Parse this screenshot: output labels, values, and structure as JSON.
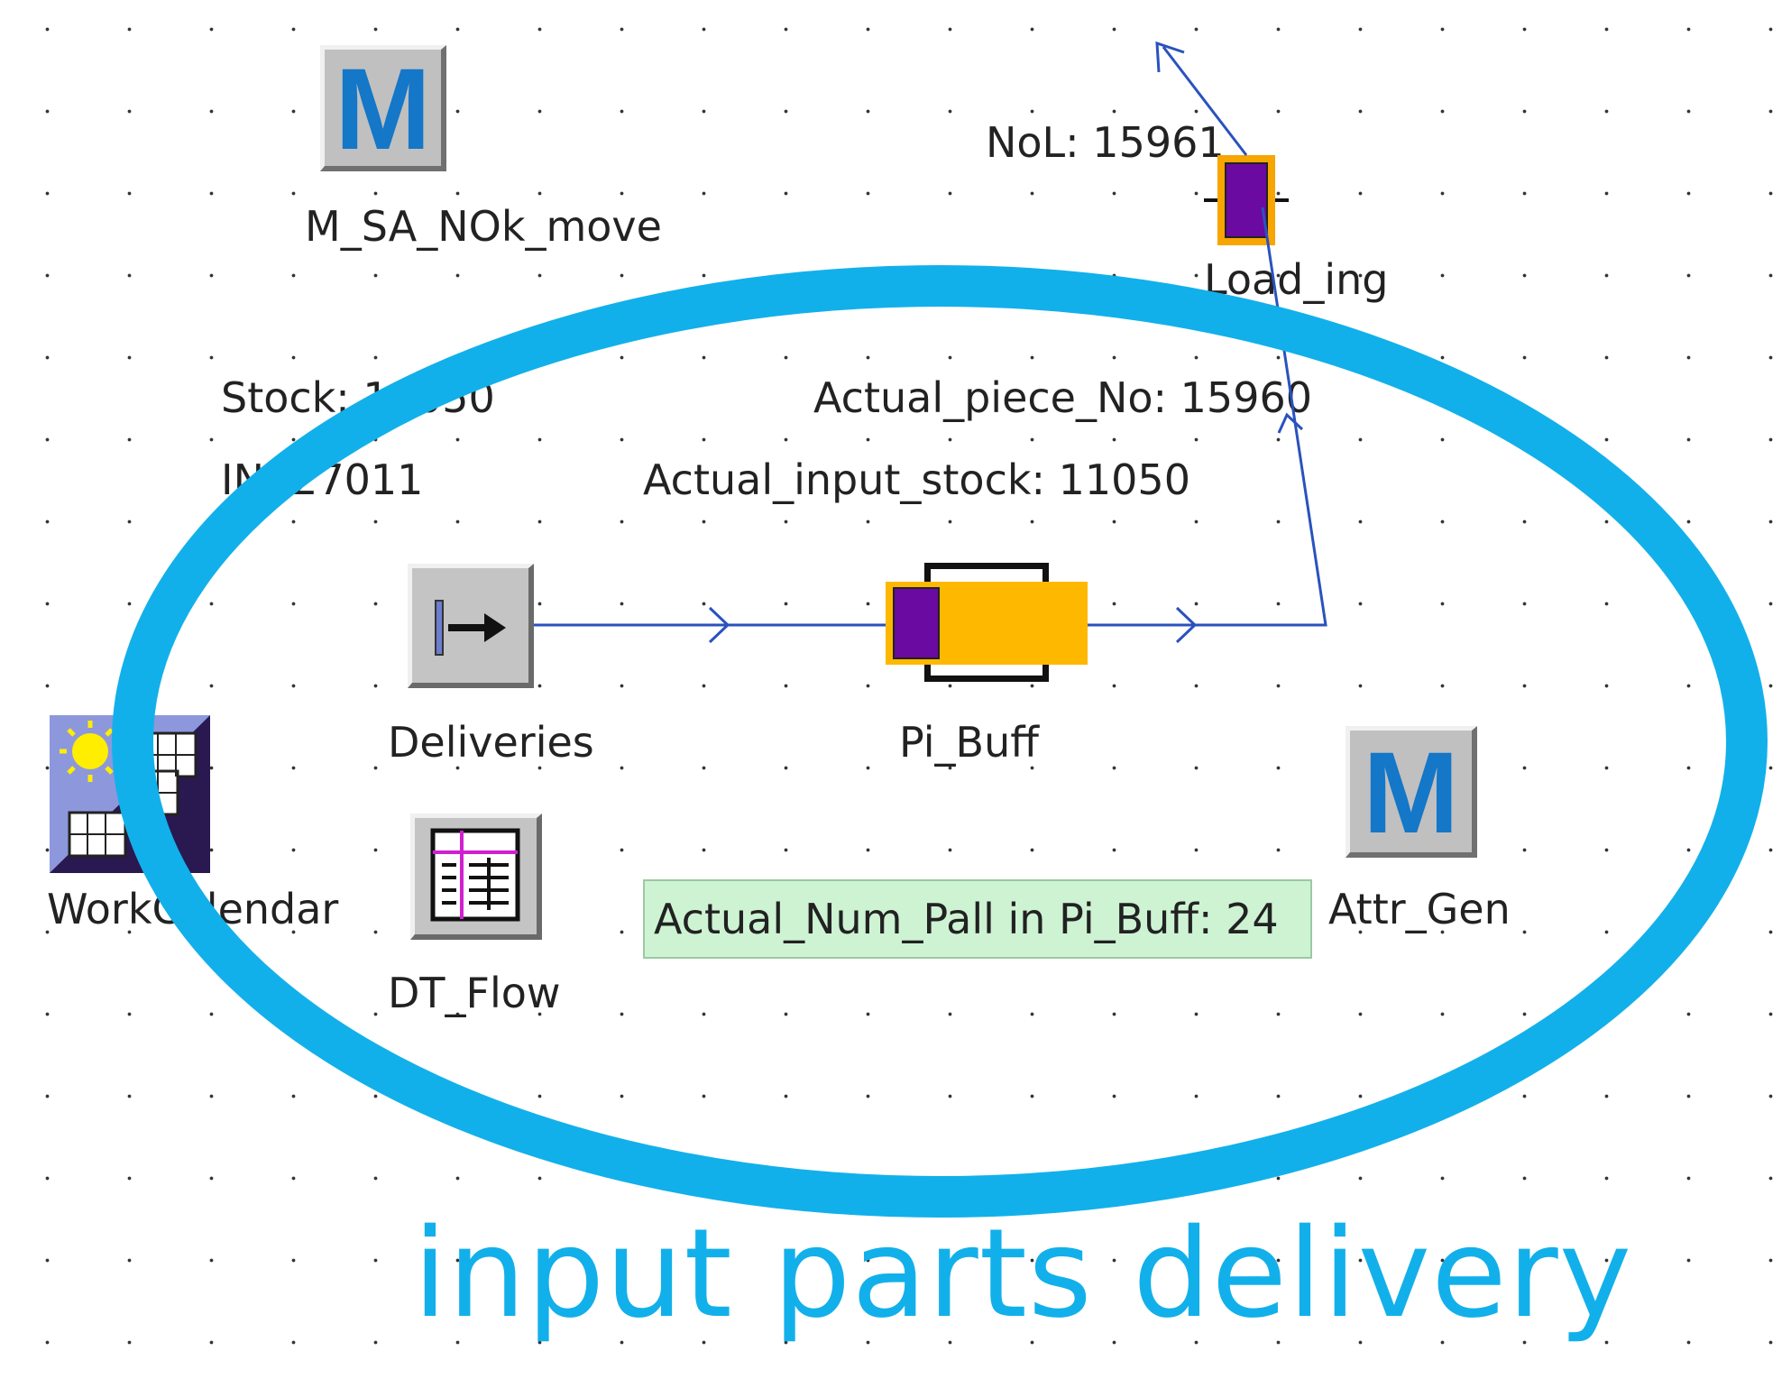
{
  "objects": {
    "m_sa_nok_move": {
      "icon_letter": "M",
      "label": "M_SA_NOk_move"
    },
    "attr_gen": {
      "icon_letter": "M",
      "label": "Attr_Gen"
    },
    "load_ing": {
      "label": "Load_ing"
    },
    "deliveries": {
      "label": "Deliveries"
    },
    "pi_buff": {
      "label": "Pi_Buff"
    },
    "workcalendar": {
      "label": "WorkCalendar"
    },
    "dt_flow": {
      "label": "DT_Flow"
    }
  },
  "displays": {
    "nol": "NoL: 15961",
    "stock": "Stock: 11050",
    "in": "IN: 27011",
    "actual_piece_no": "Actual_piece_No: 15960",
    "actual_input_stock": "Actual_input_stock: 11050",
    "actual_num_pall": "Actual_Num_Pall in Pi_Buff: 24"
  },
  "annotation": {
    "caption": "input parts delivery",
    "color": "#12b0ea"
  },
  "colors": {
    "connector": "#2a52be",
    "buffer_fill": "#ffb800",
    "part": "#6a0aa0"
  }
}
